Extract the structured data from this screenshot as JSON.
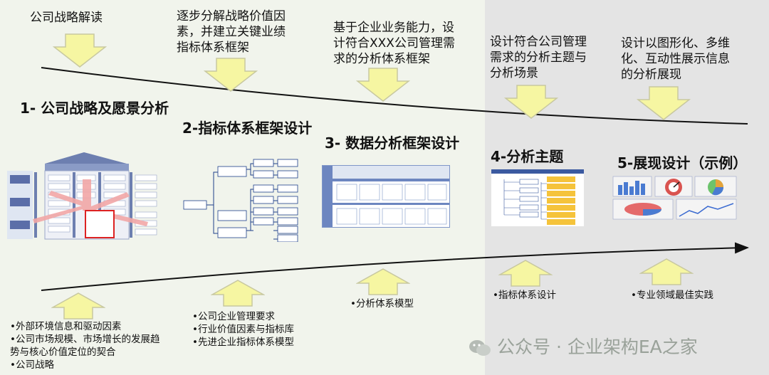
{
  "top_notes": [
    {
      "id": "note1",
      "lines": [
        "公司战略解读"
      ]
    },
    {
      "id": "note2",
      "lines": [
        "逐步分解战略价值因",
        "素，并建立关键业绩",
        "指标体系框架"
      ]
    },
    {
      "id": "note3",
      "lines": [
        "基于企业业务能力，设",
        "计符合XXX公司管理需",
        "求的分析体系框架"
      ]
    },
    {
      "id": "note4",
      "lines": [
        "设计符合公司管理",
        "需求的分析主题与",
        "分析场景"
      ]
    },
    {
      "id": "note5",
      "lines": [
        "设计以图形化、多维",
        "化、互动性展示信息",
        "的分析展现"
      ]
    }
  ],
  "stages": [
    {
      "title": "1- 公司战略及愿景分析"
    },
    {
      "title": "2-指标体系框架设计"
    },
    {
      "title": "3- 数据分析框架设计"
    },
    {
      "title": "4-分析主题"
    },
    {
      "title": "5-展现设计（示例）"
    }
  ],
  "bottom_notes": [
    {
      "id": "b1",
      "lines": [
        "•外部环境信息和驱动因素",
        "•公司市场规模、市场增长的发展趋",
        "势与核心价值定位的契合",
        "•公司战略"
      ]
    },
    {
      "id": "b2",
      "lines": [
        "•公司企业管理要求",
        "•行业价值因素与指标库",
        "•先进企业指标体系模型"
      ]
    },
    {
      "id": "b3",
      "lines": [
        "•分析体系模型"
      ]
    },
    {
      "id": "b4",
      "lines": [
        "•指标体系设计"
      ]
    },
    {
      "id": "b5",
      "lines": [
        "•专业领域最佳实践"
      ]
    }
  ],
  "watermark": "公众号 · 企业架构EA之家",
  "colors": {
    "left_panel": "#f1f4ec",
    "right_panel": "#e4e4e4",
    "arrow_fill": "#f6f6a2",
    "arrow_stroke": "#c8c8a0"
  }
}
